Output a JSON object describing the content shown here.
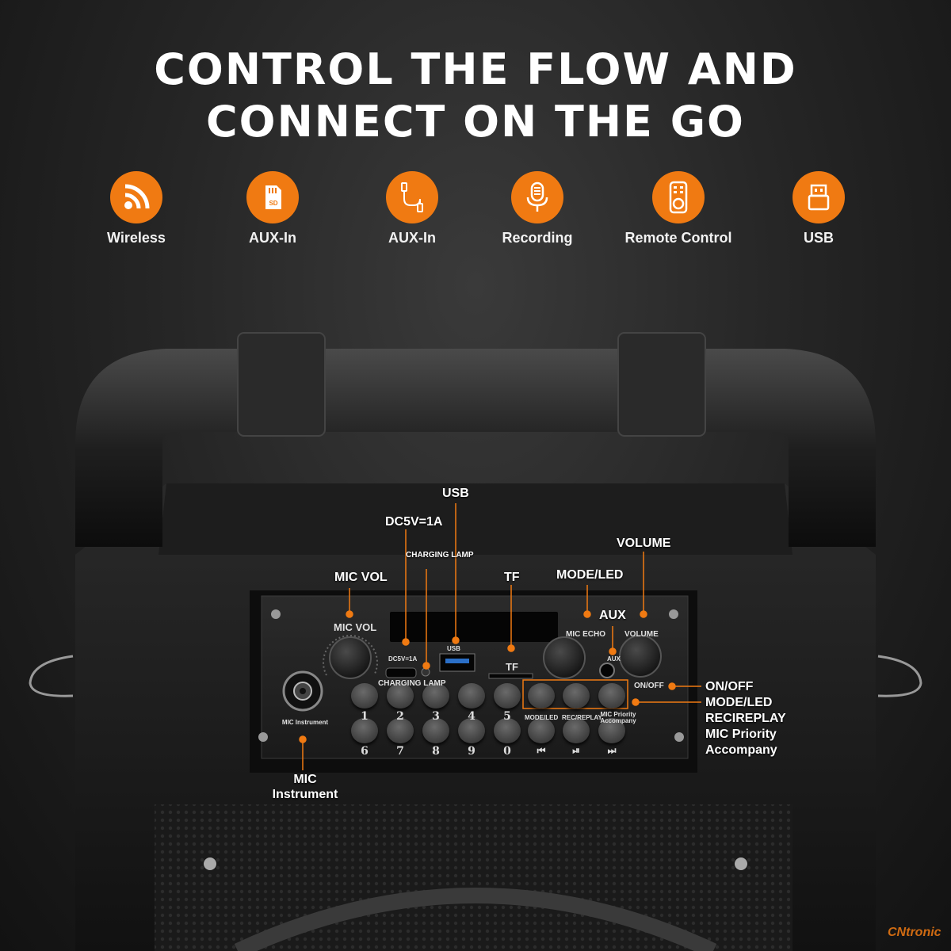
{
  "headline": {
    "line1": "CONTROL THE FLOW AND",
    "line2": "CONNECT ON THE GO"
  },
  "features": [
    {
      "label": "Wireless",
      "icon": "wireless-icon"
    },
    {
      "label": "AUX-In",
      "icon": "tf-card-icon"
    },
    {
      "label": "AUX-In",
      "icon": "aux-cable-icon"
    },
    {
      "label": "Recording",
      "icon": "microphone-icon"
    },
    {
      "label": "Remote Control",
      "icon": "remote-control-icon"
    },
    {
      "label": "USB",
      "icon": "usb-icon"
    }
  ],
  "callouts": {
    "usb": "USB",
    "dc": "DC5V=1A",
    "charging_lamp": "CHARGING LAMP",
    "volume": "VOLUME",
    "mode_led": "MODE/LED",
    "mic_vol": "MIC VOL",
    "tf": "TF",
    "aux": "AUX",
    "on_off": "ON/OFF",
    "mode_led_2": "MODE/LED",
    "rec_replay": "RECIREPLAY",
    "mic_priority": "MIC Priority",
    "accompany": "Accompany",
    "mic_instrument": "MIC Instrument"
  },
  "panel": {
    "mic_vol": "MIC VOL",
    "mic_echo": "MIC ECHO",
    "volume": "VOLUME",
    "dc": "DC5V=1A",
    "charging_lamp": "CHARGING LAMP",
    "usb": "USB",
    "tf": "TF",
    "aux": "AUX",
    "on_off": "ON/OFF",
    "mic_instrument": "MIC Instrument",
    "mode_led": "MODE/LED",
    "rec_replay": "REC/REPLAY",
    "mic_priority": "MIC Priority Accompany",
    "top_row": [
      "1",
      "2",
      "3",
      "4",
      "5"
    ],
    "bottom_row": [
      "6",
      "7",
      "8",
      "9",
      "0",
      "⏮",
      "⏯",
      "⏭"
    ]
  },
  "colors": {
    "accent": "#f07a12",
    "background": "#262626"
  },
  "watermark": "CNtronic"
}
